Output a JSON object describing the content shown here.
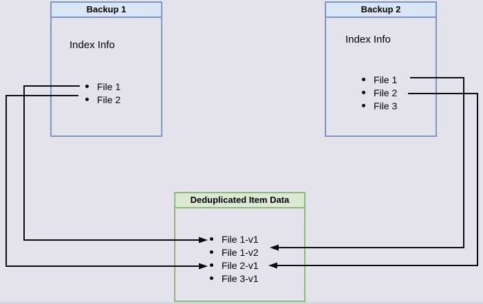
{
  "boxes": {
    "backup1": {
      "title": "Backup 1",
      "label": "Index Info",
      "items": [
        "File 1",
        "File 2"
      ]
    },
    "backup2": {
      "title": "Backup 2",
      "label": "Index Info",
      "items": [
        "File 1",
        "File 2",
        "File 3"
      ]
    },
    "dedup": {
      "title": "Deduplicated Item Data",
      "items": [
        "File 1-v1",
        "File 1-v2",
        "File 2-v1",
        "File 3-v1"
      ]
    }
  },
  "connections": [
    {
      "from": "Backup 1 : File 1",
      "to": "Deduplicated Item Data : File 1-v1"
    },
    {
      "from": "Backup 1 : File 2",
      "to": "Deduplicated Item Data : File 2-v1"
    },
    {
      "from": "Backup 2 : File 1",
      "to": "Deduplicated Item Data : File 1-v2"
    },
    {
      "from": "Backup 2 : File 2",
      "to": "Deduplicated Item Data : File 2-v1"
    }
  ],
  "colors": {
    "background": "#e4e3ec",
    "blue_border": "#8093c5",
    "blue_header_fill": "#d8e6f8",
    "green_border": "#8db779",
    "green_header_fill": "#dbe9d3",
    "arrow": "#0a0a0a",
    "text": "#000000"
  }
}
